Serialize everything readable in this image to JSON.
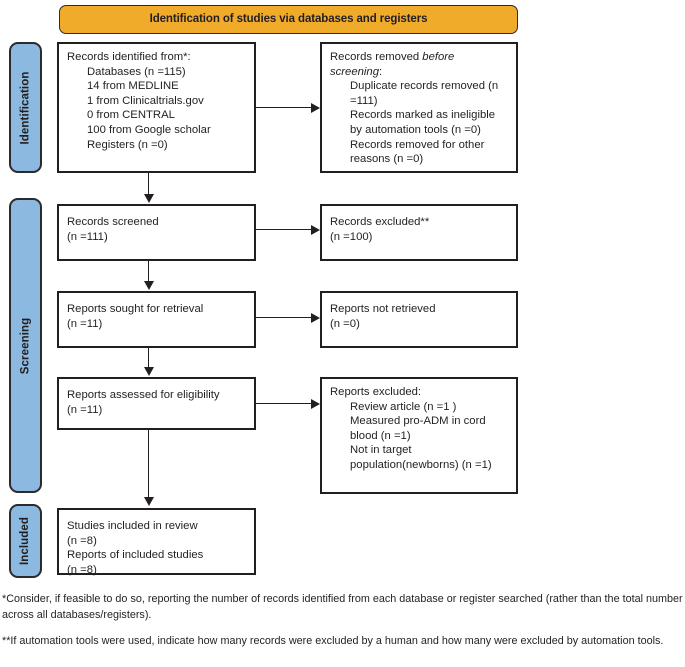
{
  "banner": {
    "title": "Identification of studies via databases and registers"
  },
  "stages": [
    {
      "id": "identification",
      "label": "Identification"
    },
    {
      "id": "screening",
      "label": "Screening"
    },
    {
      "id": "included",
      "label": "Included"
    }
  ],
  "boxes": {
    "identified": {
      "name": "records-identified",
      "lines": [
        "Records identified from*:",
        "Databases (n =115)",
        "14 from MEDLINE",
        "1 from Clinicaltrials.gov",
        "0 from CENTRAL",
        "100 from Google scholar",
        "Registers (n =0)"
      ]
    },
    "removed": {
      "name": "records-removed-before-screening",
      "head_plain": "Records removed ",
      "head_italic": "before screening",
      "head_colon": ":",
      "lines": [
        "Duplicate records removed (n =111)",
        "Records marked as ineligible by automation tools (n =0)",
        "Records removed for other reasons (n =0)"
      ]
    },
    "screened": {
      "name": "records-screened",
      "lines": [
        "Records screened",
        "(n =111)"
      ]
    },
    "excluded": {
      "name": "records-excluded",
      "lines": [
        "Records excluded**",
        "(n =100)"
      ]
    },
    "sought": {
      "name": "reports-sought-for-retrieval",
      "lines": [
        "Reports sought for retrieval",
        "(n =11)"
      ]
    },
    "not_retrieved": {
      "name": "reports-not-retrieved",
      "lines": [
        "Reports not retrieved",
        "(n =0)"
      ]
    },
    "assessed": {
      "name": "reports-assessed-for-eligibility",
      "lines": [
        "Reports assessed for eligibility",
        "(n =11)"
      ]
    },
    "reports_excluded": {
      "name": "reports-excluded",
      "head": "Reports excluded:",
      "lines": [
        "Review article (n =1 )",
        "Measured pro-ADM in cord blood (n =1)",
        "Not in target population(newborns) (n =1)"
      ]
    },
    "included": {
      "name": "studies-included",
      "lines": [
        "Studies included in review",
        "(n =8)",
        "Reports of included studies",
        "(n =8)"
      ]
    }
  },
  "footnotes": [
    "*Consider, if feasible to do so, reporting the number of records identified from each database or register searched (rather than the total number across all databases/registers).",
    "**If automation tools were used, indicate how many records were excluded by a human and how many were excluded by automation tools."
  ],
  "colors": {
    "banner_fill": "#f0ab2b",
    "stage_fill": "#8cb9e0",
    "stroke": "#231f20",
    "box_fill": "#ffffff"
  }
}
